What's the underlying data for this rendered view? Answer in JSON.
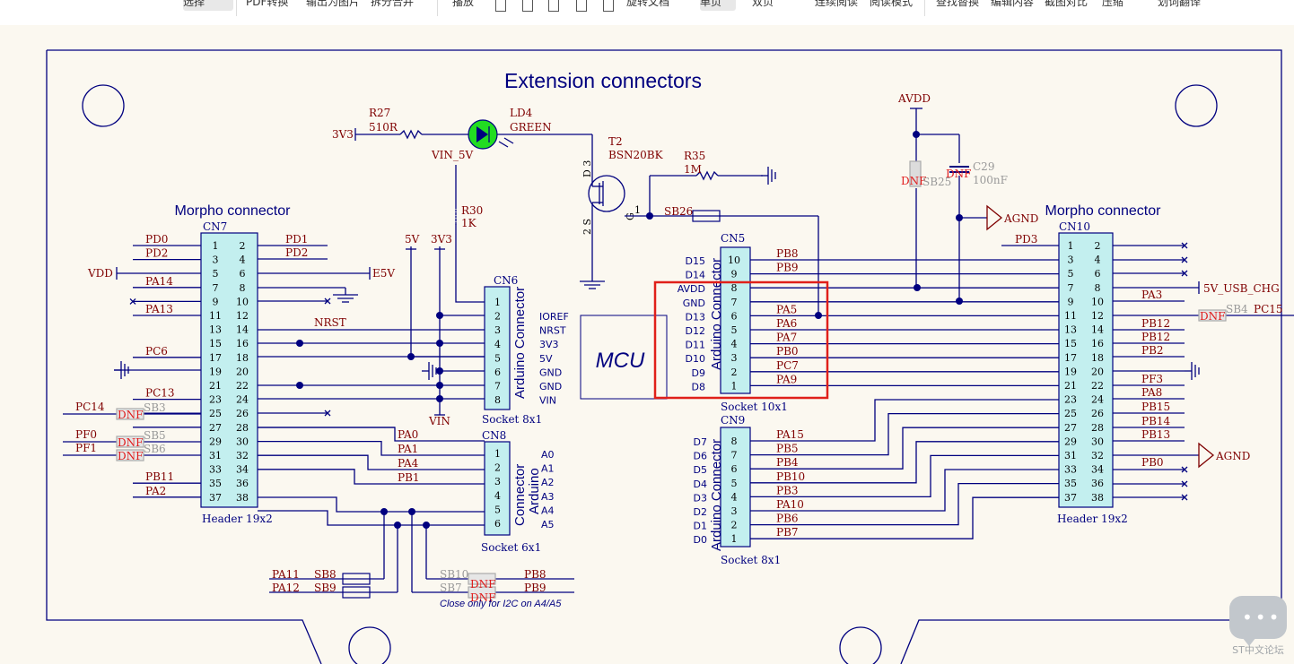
{
  "toolbar": {
    "items": [
      "选择",
      "PDF转换",
      "输出为图片",
      "拆分合并",
      "播放",
      "旋转文档",
      "单页",
      "双页",
      "连续阅读",
      "阅读模式",
      "查找替换",
      "编辑内容",
      "截图对比",
      "压缩",
      "划词翻译"
    ]
  },
  "schematic": {
    "title": "Extension connectors",
    "mcu_label": "MCU",
    "left_morpho": {
      "title": "Morpho connector",
      "ref": "CN7",
      "footer": "Header 19x2",
      "left_signals": [
        "PD0",
        "PD2",
        "PA14",
        "PA13",
        "PC6",
        "PC13",
        "PC14",
        "PF0",
        "PF1",
        "PB11",
        "PA2"
      ],
      "right_signals": [
        "PD1",
        "PD2",
        "NRST"
      ],
      "power": [
        "VDD",
        "E5V"
      ]
    },
    "right_morpho": {
      "title": "Morpho connector",
      "ref": "CN10",
      "footer": "Header 19x2",
      "left_signals": [
        "PD3"
      ],
      "right_signals": [
        "5V_USB_CHG",
        "PA3",
        "PC15",
        "PB12",
        "PB12",
        "PB2",
        "PF3",
        "PA8",
        "PB15",
        "PB14",
        "PB13",
        "PB0"
      ],
      "power": [
        "AVDD",
        "AGND",
        "AGND"
      ]
    },
    "pin_numbers_odd": [
      "1",
      "3",
      "5",
      "7",
      "9",
      "11",
      "13",
      "15",
      "17",
      "19",
      "21",
      "23",
      "25",
      "27",
      "29",
      "31",
      "33",
      "35",
      "37"
    ],
    "pin_numbers_even": [
      "2",
      "4",
      "6",
      "8",
      "10",
      "12",
      "14",
      "16",
      "18",
      "20",
      "22",
      "24",
      "26",
      "28",
      "30",
      "32",
      "34",
      "36",
      "38"
    ],
    "cn6": {
      "ref": "CN6",
      "title": "Arduino Connector",
      "footer": "Socket 8x1",
      "pins": [
        "1",
        "2",
        "3",
        "4",
        "5",
        "6",
        "7",
        "8"
      ],
      "labels": [
        "IOREF",
        "NRST",
        "3V3",
        "5V",
        "GND",
        "GND",
        "VIN"
      ]
    },
    "cn8": {
      "ref": "CN8",
      "title": "Connector",
      "title2": "Arduino",
      "footer": "Socket 6x1",
      "pins": [
        "1",
        "2",
        "3",
        "4",
        "5",
        "6"
      ],
      "labels": [
        "A0",
        "A1",
        "A2",
        "A3",
        "A4",
        "A5"
      ],
      "signals": [
        "PA0",
        "PA1",
        "PA4",
        "PB1"
      ]
    },
    "cn5": {
      "ref": "CN5",
      "title": "Arduino Connector",
      "footer": "Socket 10x1",
      "pins": [
        "10",
        "9",
        "8",
        "7",
        "6",
        "5",
        "4",
        "3",
        "2",
        "1"
      ],
      "labels": [
        "D15",
        "D14",
        "AVDD",
        "GND",
        "D13",
        "D12",
        "D11",
        "D10",
        "D9",
        "D8"
      ],
      "signals": [
        "PB8",
        "PB9",
        "PA5",
        "PA6",
        "PA7",
        "PB0",
        "PC7",
        "PA9"
      ]
    },
    "cn9": {
      "ref": "CN9",
      "title": "Arduino Connector",
      "footer": "Socket 8x1",
      "pins": [
        "8",
        "7",
        "6",
        "5",
        "4",
        "3",
        "2",
        "1"
      ],
      "labels": [
        "D7",
        "D6",
        "D5",
        "D4",
        "D3",
        "D2",
        "D1",
        "D0"
      ],
      "signals": [
        "PA15",
        "PB5",
        "PB4",
        "PB10",
        "PB3",
        "PA10",
        "PB6",
        "PB7"
      ]
    },
    "components": {
      "r27": [
        "R27",
        "510R"
      ],
      "ld4": [
        "LD4",
        "GREEN"
      ],
      "t2": [
        "T2",
        "BSN20BK"
      ],
      "r35": [
        "R35",
        "1M"
      ],
      "r30": [
        "R30",
        "1K"
      ],
      "c29": [
        "C29",
        "100nF"
      ],
      "sb26": "SB26",
      "sb25": "SB25",
      "sb3": "SB3",
      "sb5": "SB5",
      "sb6": "SB6",
      "sb4": "SB4",
      "sb8": "SB8",
      "sb9": "SB9",
      "sb10": "SB10",
      "sb7": "SB7",
      "pa11": "PA11",
      "pa12": "PA12",
      "pb8": "PB8",
      "pb9": "PB9",
      "dnf": "DNF",
      "note": "Close only for I2C on A4/A5",
      "net_3v3": "3V3",
      "net_vin5v": "VIN_5V",
      "net_5v": "5V",
      "net_vin": "VIN",
      "pin_d": "D",
      "pin_s": "S",
      "pin_g": "G",
      "pin_1": "1",
      "pin_2": "2",
      "pin_3": "3"
    },
    "colors": {
      "wire": "#00007f",
      "label": "#7f0000",
      "body": "#c3efef",
      "highlight": "#e0201a",
      "led": "#22dd22"
    }
  },
  "watermark": "ST中文论坛"
}
